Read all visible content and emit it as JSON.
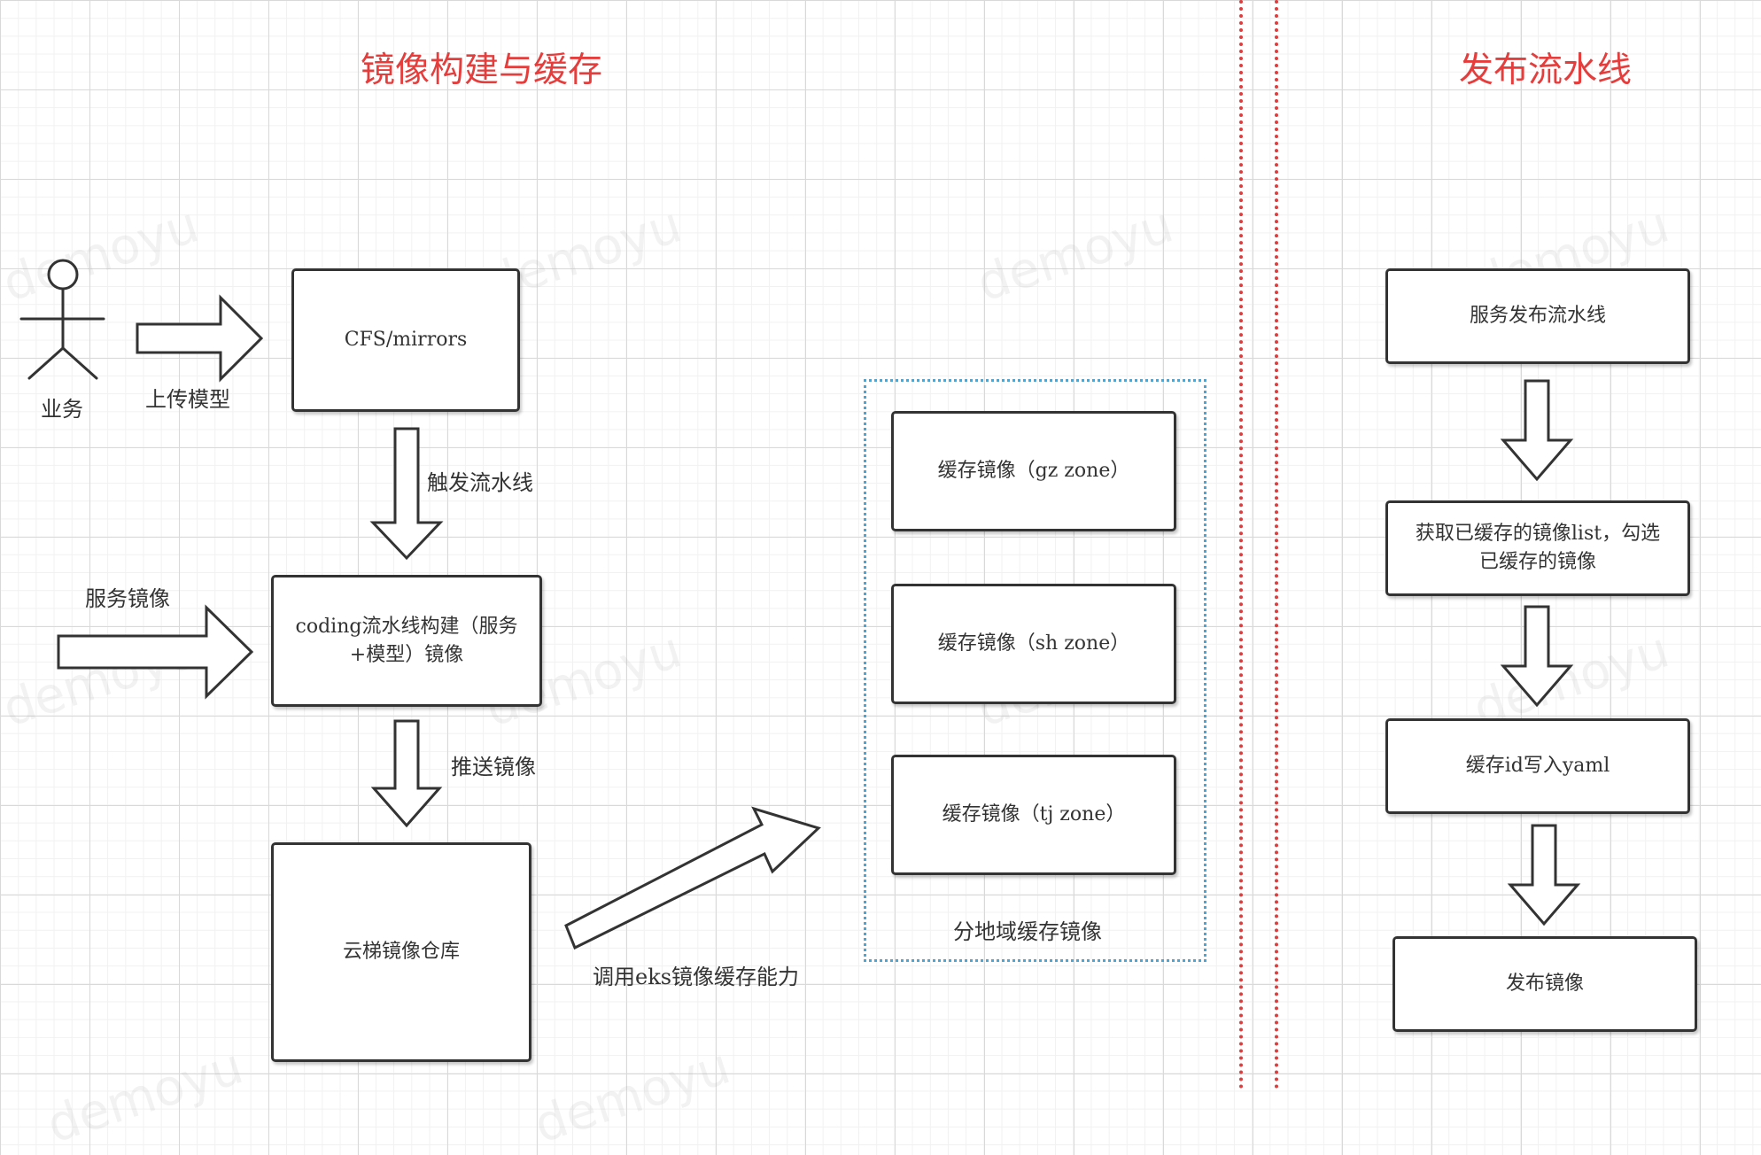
{
  "titles": {
    "left": "镜像构建与缓存",
    "right": "发布流水线"
  },
  "actor": {
    "label": "业务"
  },
  "left_section": {
    "cfs_box": "CFS/mirrors",
    "coding_box": "coding流水线构建（服务+模型）镜像",
    "registry_box": "云梯镜像仓库"
  },
  "edge_labels": {
    "upload_model": "上传模型",
    "trigger_pipeline": "触发流水线",
    "service_image": "服务镜像",
    "push_image": "推送镜像",
    "eks_cache": "调用eks镜像缓存能力"
  },
  "cache_group": {
    "label": "分地域缓存镜像",
    "items": [
      "缓存镜像（gz zone）",
      "缓存镜像（sh zone）",
      "缓存镜像（tj zone）"
    ]
  },
  "release_pipeline": {
    "steps": [
      "服务发布流水线",
      "获取已缓存的镜像list，勾选已缓存的镜像",
      "缓存id写入yaml",
      "发布镜像"
    ]
  },
  "watermark": "demoyu",
  "colors": {
    "title": "#e53c3c",
    "divider": "#e33b3b",
    "group_border": "#3fa9e0",
    "stroke": "#333333"
  }
}
